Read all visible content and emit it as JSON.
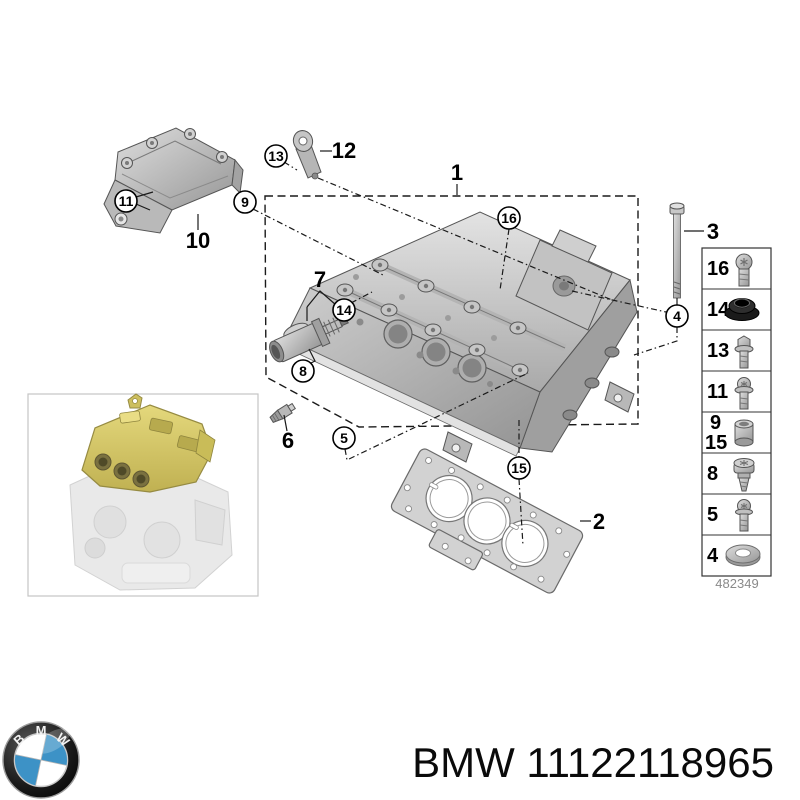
{
  "footer": {
    "part_number": "BMW 11122118965"
  },
  "drawing_number": "482349",
  "logo": {
    "letters": [
      "B",
      "M",
      "W"
    ],
    "ring_color": "#101010",
    "blue": "#3d92c6"
  },
  "highlight_color": "#d6c75e",
  "callouts": {
    "1": "1",
    "2": "2",
    "3": "3",
    "4": "4",
    "5": "5",
    "6": "6",
    "7": "7",
    "8": "8",
    "9": "9",
    "10": "10",
    "11": "11",
    "12": "12",
    "13": "13",
    "14": "14",
    "15": "15",
    "16": "16"
  },
  "legend": {
    "rows": [
      {
        "num": "16",
        "num2": "",
        "icon": "torx-screw-icon"
      },
      {
        "num": "14",
        "num2": "",
        "icon": "seal-ring-icon"
      },
      {
        "num": "13",
        "num2": "",
        "icon": "hex-flange-bolt-icon"
      },
      {
        "num": "11",
        "num2": "",
        "icon": "hex-washer-bolt-icon"
      },
      {
        "num": "9",
        "num2": "15",
        "icon": "dowel-sleeve-icon"
      },
      {
        "num": "8",
        "num2": "",
        "icon": "screw-plug-icon"
      },
      {
        "num": "5",
        "num2": "",
        "icon": "torx-flange-bolt-icon"
      },
      {
        "num": "4",
        "num2": "",
        "icon": "washer-icon"
      }
    ]
  }
}
